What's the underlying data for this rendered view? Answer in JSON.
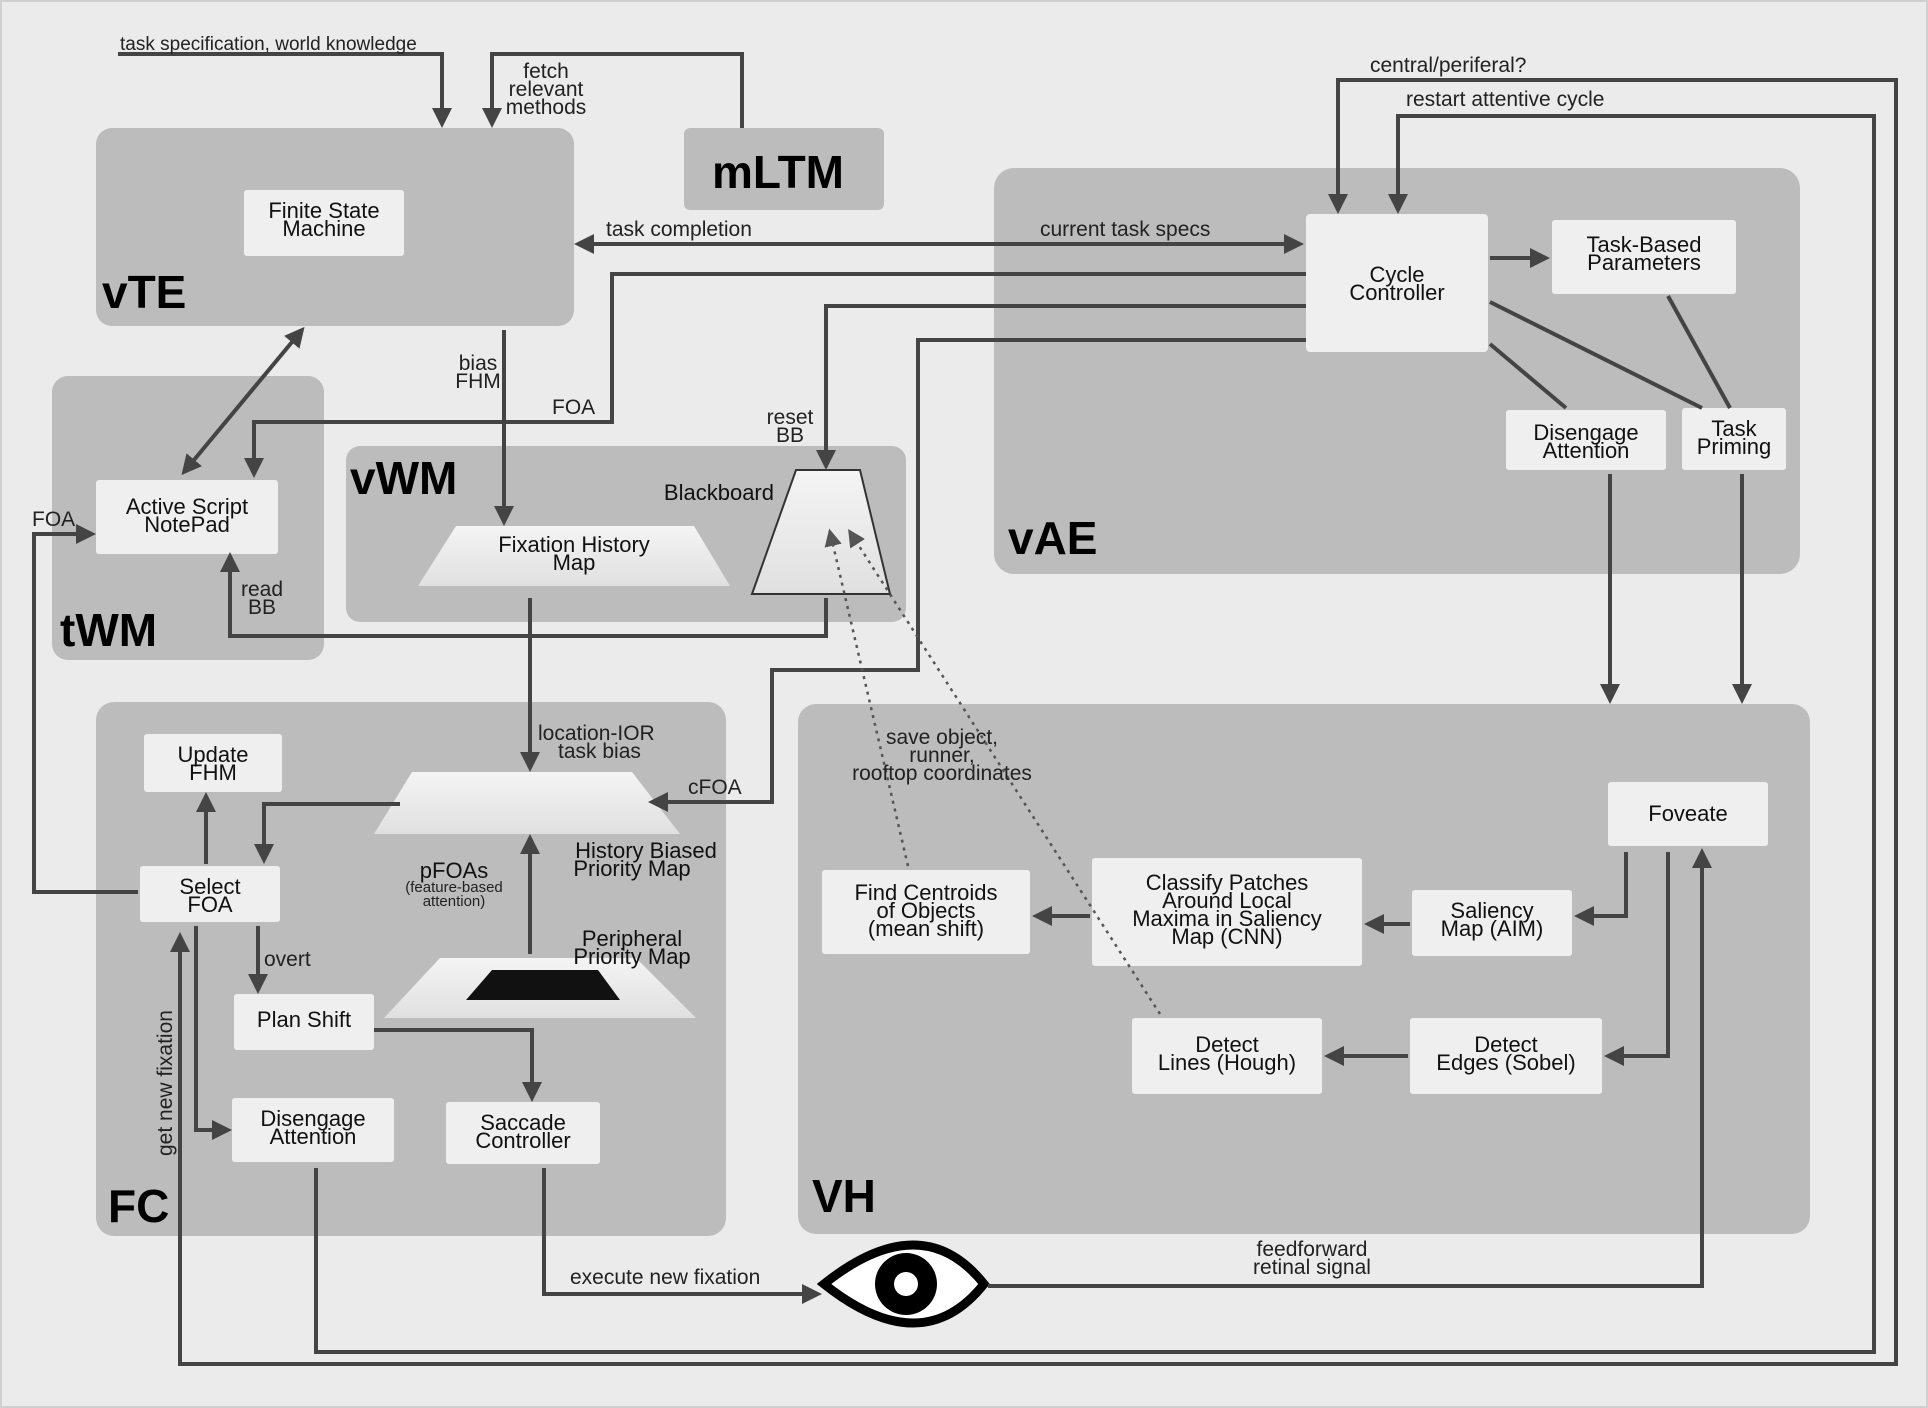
{
  "regions": {
    "vTE": "vTE",
    "tWM": "tWM",
    "vWM": "vWM",
    "vAE": "vAE",
    "FC": "FC",
    "VH": "VH",
    "mLTM": "mLTM"
  },
  "nodes": {
    "finite_state_machine": [
      "Finite State",
      "Machine"
    ],
    "active_script_notepad": [
      "Active Script",
      "NotePad"
    ],
    "fixation_history_map": [
      "Fixation History",
      "Map"
    ],
    "blackboard": "Blackboard",
    "cycle_controller": [
      "Cycle",
      "Controller"
    ],
    "task_based_parameters": [
      "Task-Based",
      "Parameters"
    ],
    "vae_disengage_attention": [
      "Disengage",
      "Attention"
    ],
    "task_priming": [
      "Task",
      "Priming"
    ],
    "update_fhm": [
      "Update",
      "FHM"
    ],
    "select_foa": [
      "Select",
      "FOA"
    ],
    "plan_shift": "Plan Shift",
    "fc_disengage_attention": [
      "Disengage",
      "Attention"
    ],
    "saccade_controller": [
      "Saccade",
      "Controller"
    ],
    "history_biased_priority_map": [
      "History Biased",
      "Priority Map"
    ],
    "peripheral_priority_map": [
      "Peripheral",
      "Priority Map"
    ],
    "pfoas": "pFOAs",
    "pfoas_note": [
      "(feature-based",
      "attention)"
    ],
    "foveate": "Foveate",
    "saliency_map": [
      "Saliency",
      "Map (AIM)"
    ],
    "classify_patches": [
      "Classify Patches",
      "Around  Local",
      "Maxima in  Saliency",
      "Map (CNN)"
    ],
    "find_centroids": [
      "Find Centroids",
      "of Objects",
      "(mean shift)"
    ],
    "detect_lines": [
      "Detect",
      "Lines (Hough)"
    ],
    "detect_edges": [
      "Detect",
      "Edges (Sobel)"
    ]
  },
  "edge_labels": {
    "task_specification": "task specification, world knowledge",
    "fetch_relevant_methods": [
      "fetch",
      "relevant",
      "methods"
    ],
    "task_completion": "task completion",
    "current_task_specs": "current task specs",
    "central_periferal": "central/periferal?",
    "restart_attentive_cycle": "restart attentive cycle",
    "bias_fhm": [
      "bias",
      "FHM"
    ],
    "foa_top": "FOA",
    "foa_left": "FOA",
    "reset_bb": [
      "reset",
      "BB"
    ],
    "read_bb": [
      "read",
      "BB"
    ],
    "location_ior": [
      "location-IOR",
      "task bias"
    ],
    "cfoa": "cFOA",
    "save_object": [
      "save object,",
      "runner,",
      "rooftop coordinates"
    ],
    "overt": "overt",
    "get_new_fixation": "get new fixation",
    "execute_new_fixation": "execute new fixation",
    "feedforward_retinal_signal": [
      "feedforward",
      "retinal signal"
    ]
  },
  "colors": {
    "background": "#ebebeb",
    "region": "#bcbcbc",
    "node": "#efefef",
    "edge": "#444444"
  }
}
